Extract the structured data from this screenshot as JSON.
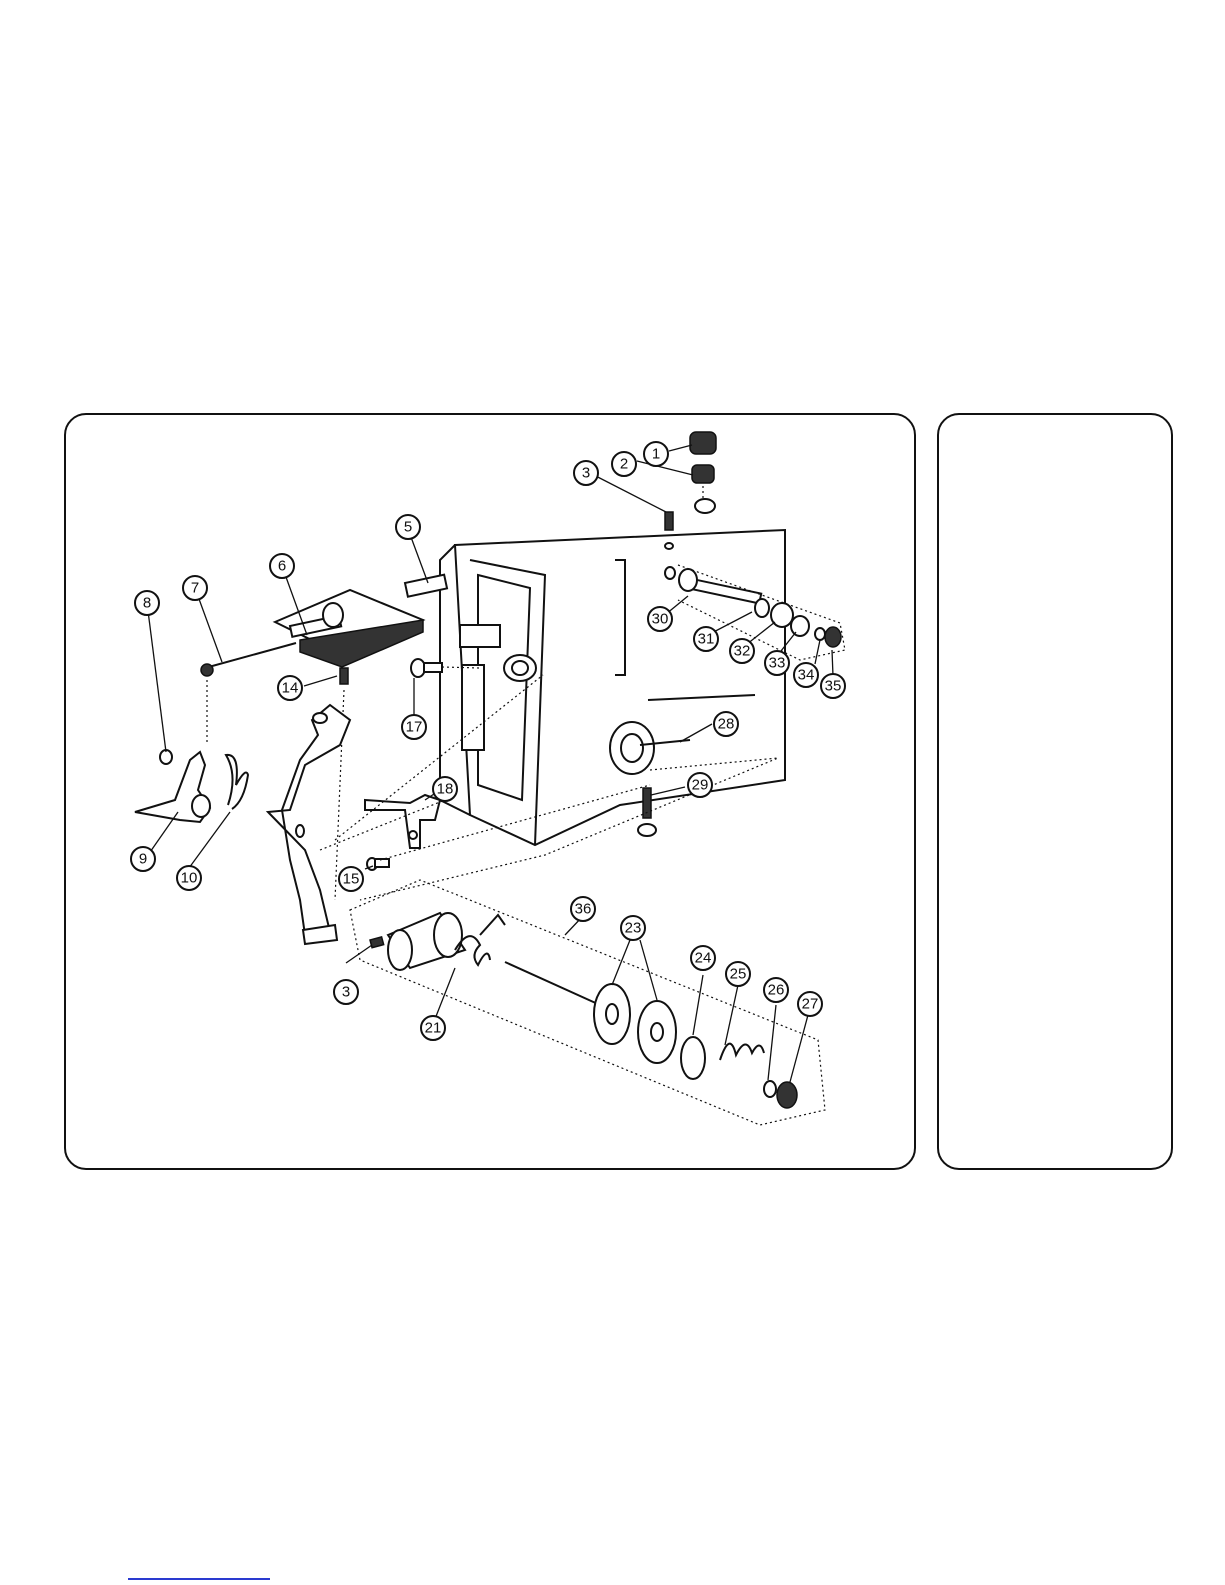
{
  "diagram": {
    "callouts": [
      "1",
      "2",
      "3",
      "5",
      "6",
      "7",
      "8",
      "14",
      "17",
      "18",
      "30",
      "31",
      "32",
      "33",
      "34",
      "35",
      "28",
      "29",
      "9",
      "10",
      "15",
      "3",
      "21",
      "36",
      "23",
      "24",
      "25",
      "26",
      "27"
    ]
  },
  "colors": {
    "line": "#111111",
    "link_underline": "#2a3ad0"
  }
}
